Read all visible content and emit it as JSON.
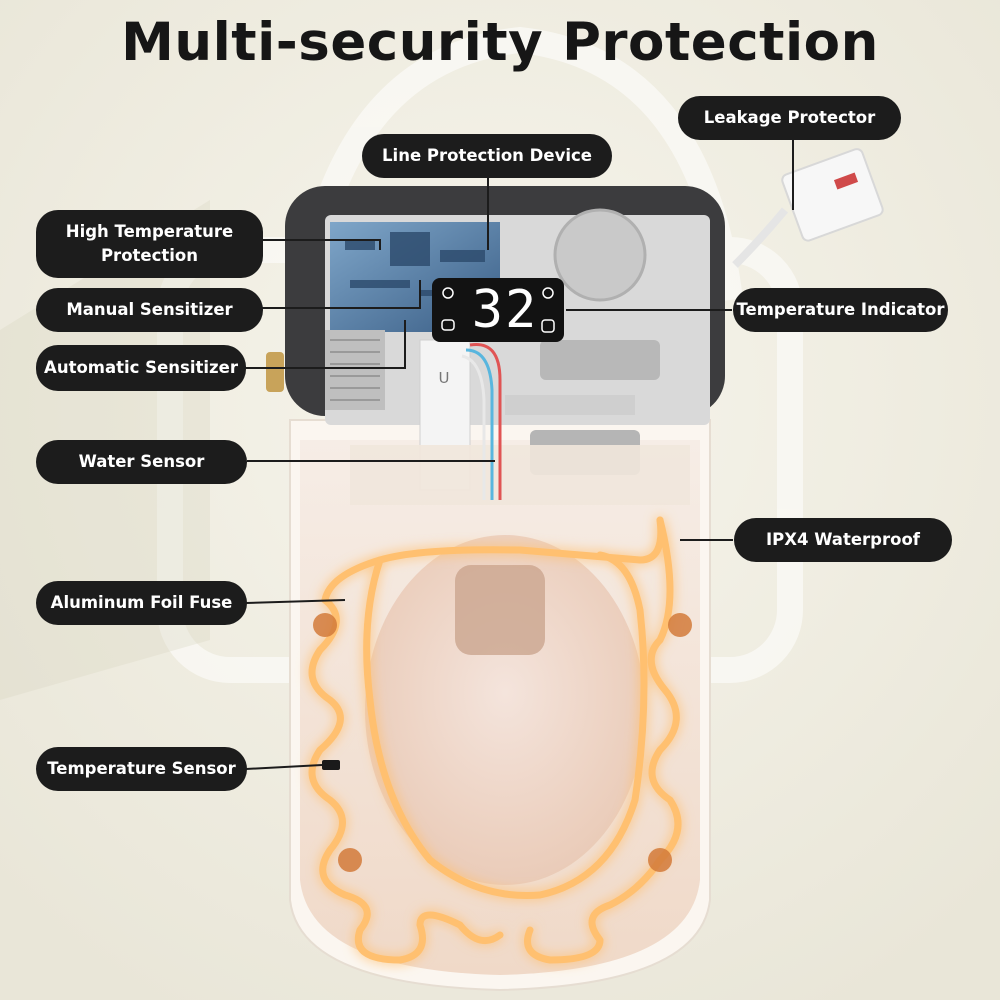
{
  "title": "Multi-security Protection",
  "display": {
    "temperature": "32",
    "u_mark": "U"
  },
  "labels": {
    "leakage_protector": "Leakage Protector",
    "line_protection_device": "Line Protection Device",
    "high_temperature_protection": "High Temperature Protection",
    "manual_sensitizer": "Manual Sensitizer",
    "temperature_indicator": "Temperature Indicator",
    "automatic_sensitizer": "Automatic Sensitizer",
    "water_sensor": "Water Sensor",
    "ipx4_waterproof": "IPX4 Waterproof",
    "aluminum_foil_fuse": "Aluminum Foil Fuse",
    "temperature_sensor": "Temperature Sensor"
  },
  "colors": {
    "label_bg": "#1c1c1c",
    "glow": "#ffb347",
    "background": "#f2efe4"
  }
}
